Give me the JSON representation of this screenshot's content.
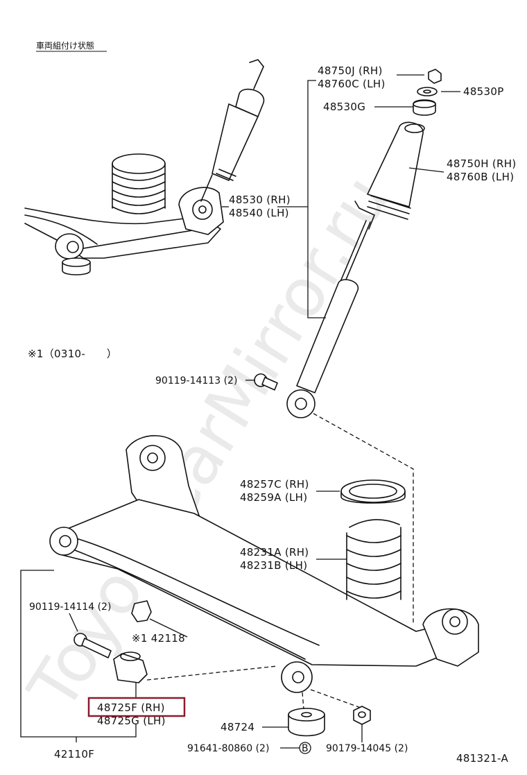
{
  "header": {
    "assembly_note": "車両組付け状態"
  },
  "footnote": {
    "text": "※1（0310-　　）"
  },
  "watermark": "ToyotaCarMirror.ru",
  "diagram_id": "481321-A",
  "highlight_color": "#8b1a2e",
  "labels": {
    "p48750J": "48750J (RH)",
    "p48760C": "48760C (LH)",
    "p48530P": "48530P",
    "p48530G": "48530G",
    "p48750H": "48750H (RH)",
    "p48760B": "48760B (LH)",
    "p48530": "48530 (RH)",
    "p48540": "48540 (LH)",
    "p90119_14113": "90119-14113 (2)",
    "p48257C": "48257C (RH)",
    "p48259A": "48259A (LH)",
    "p48231A": "48231A (RH)",
    "p48231B": "48231B (LH)",
    "p90119_14114": "90119-14114 (2)",
    "p42118": "※1 42118",
    "p48725F": "48725F (RH)",
    "p48725G": "48725G (LH)",
    "p48724": "48724",
    "p91641": "91641-80860 (2)",
    "p90179": "90179-14045 (2)",
    "p42110F": "42110F",
    "circle_b": "B"
  }
}
